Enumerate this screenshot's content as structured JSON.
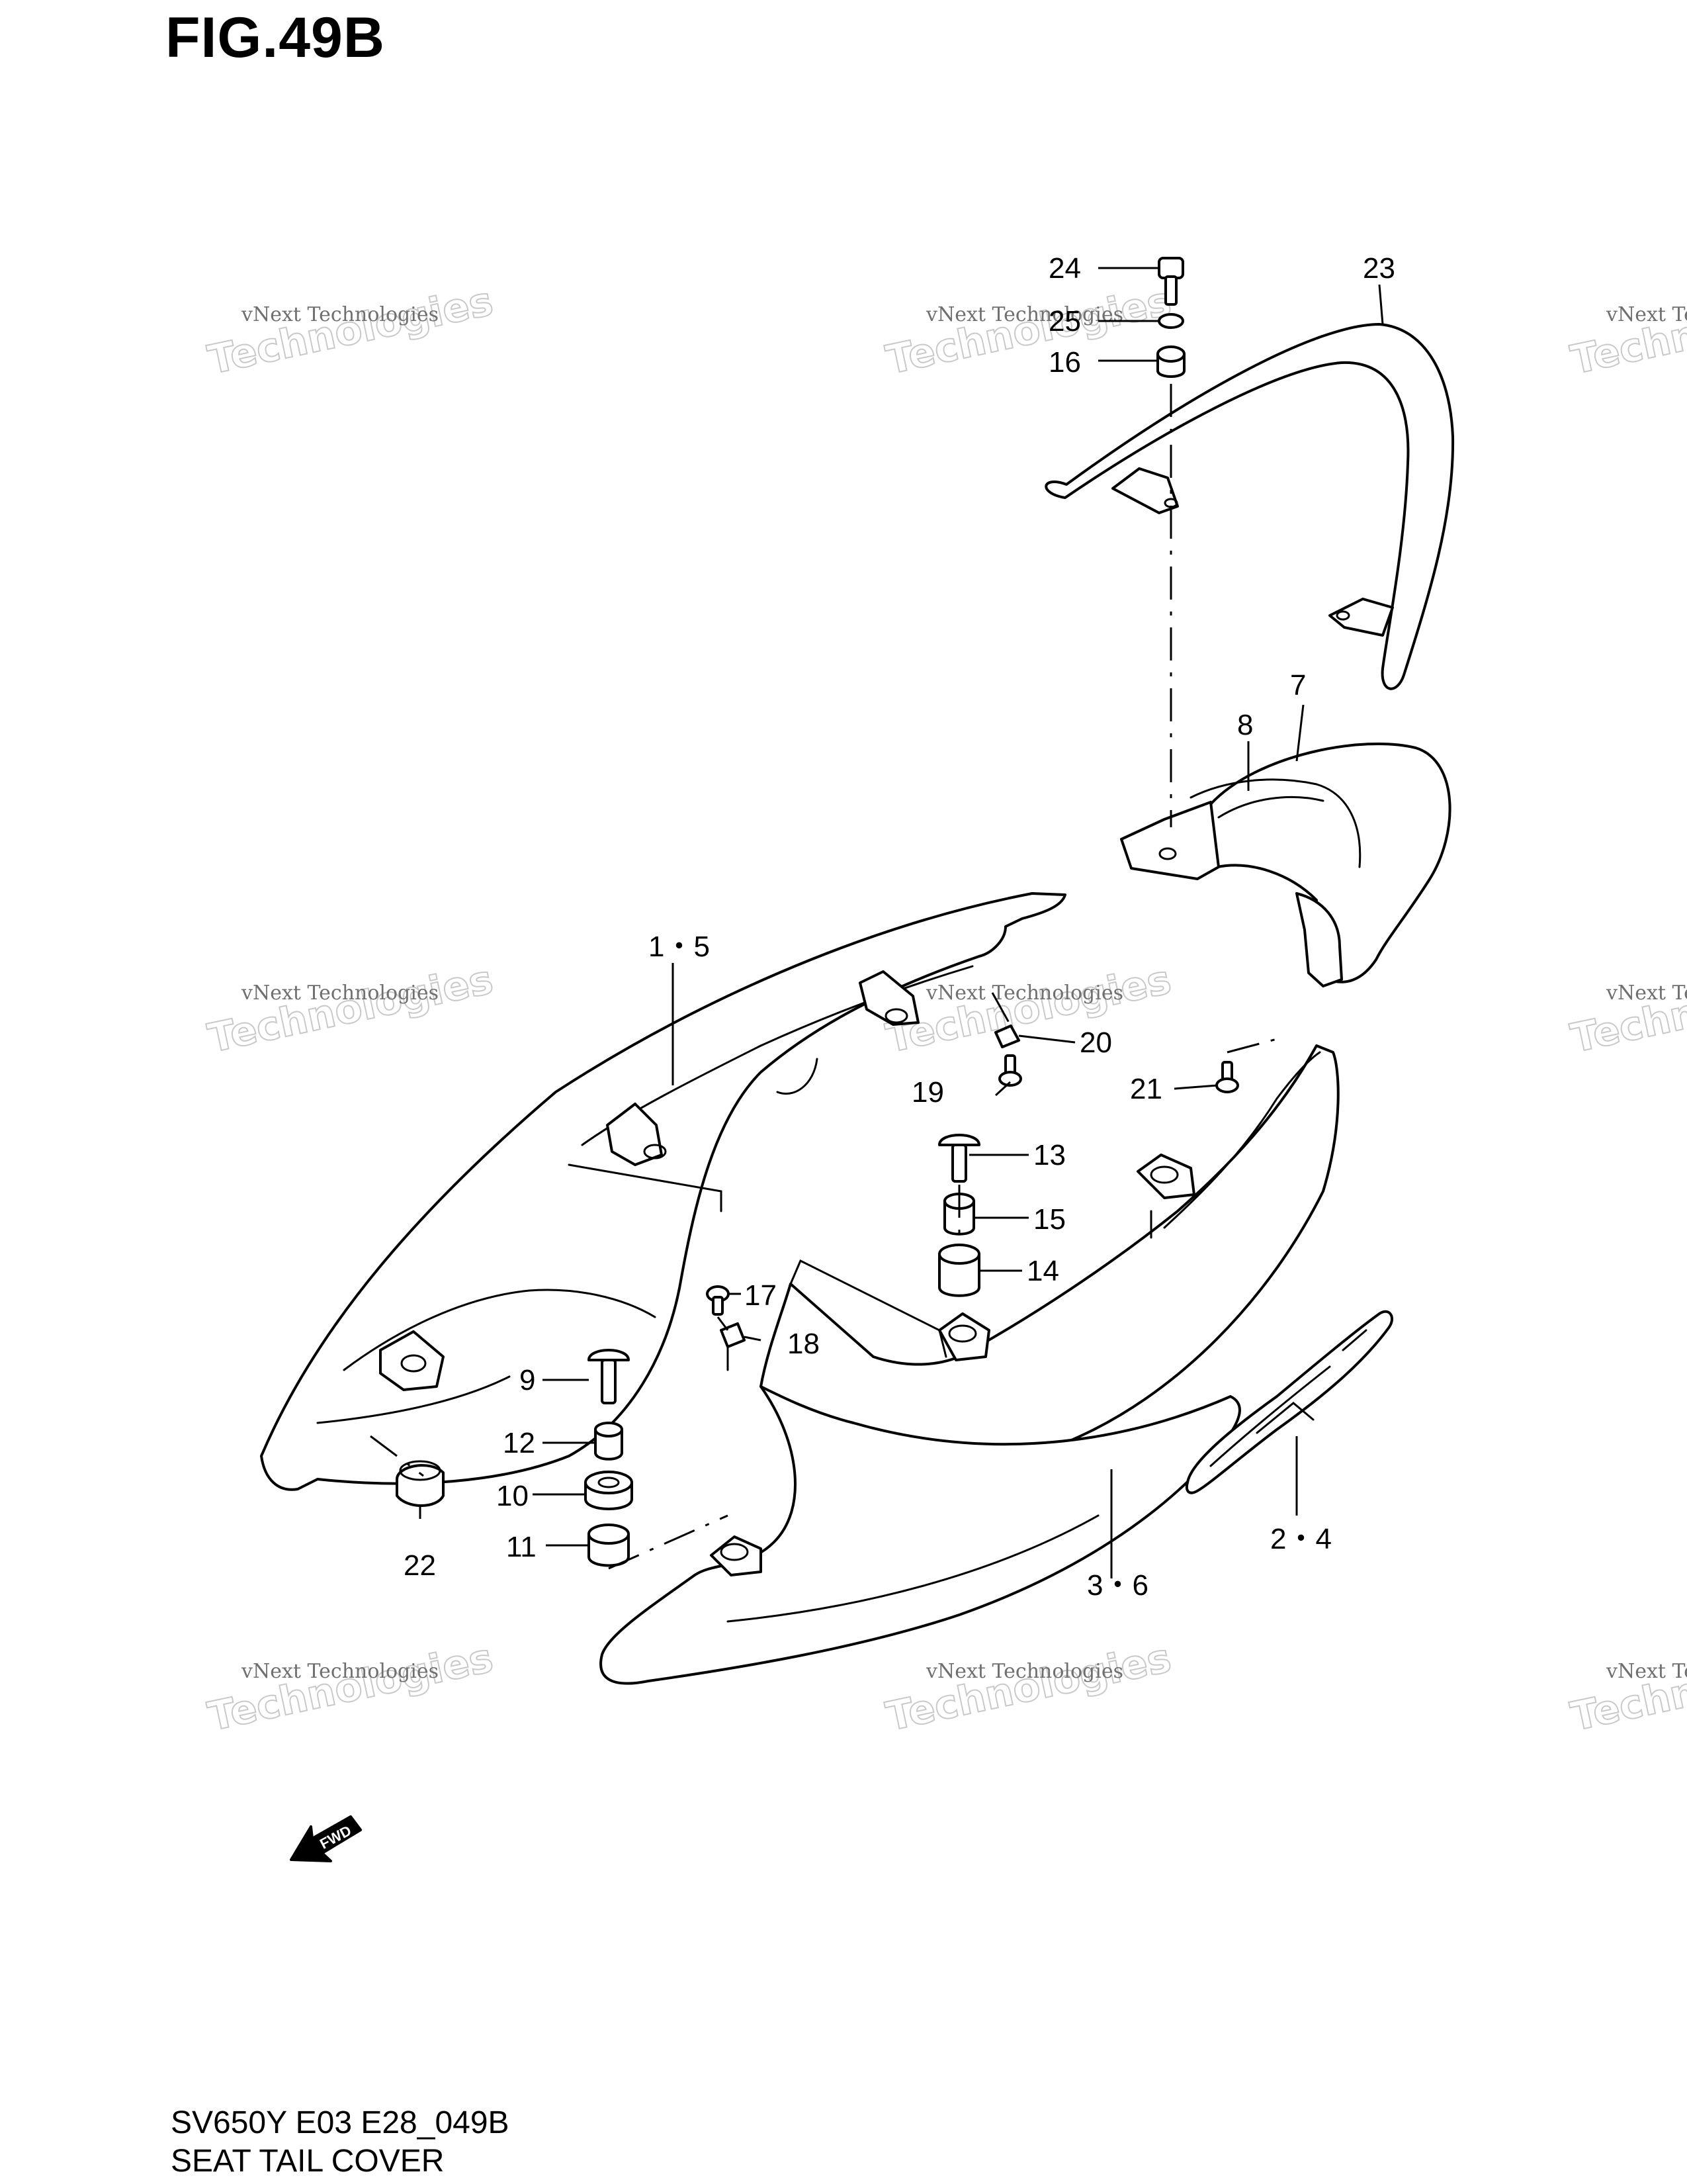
{
  "figure": {
    "title": "FIG.49B"
  },
  "footer": {
    "code": "SV650Y E03 E28_049B",
    "name": "SEAT TAIL COVER"
  },
  "watermark": {
    "line1": "vNext Technologies",
    "line2": "Technologies",
    "line3": "vNext"
  },
  "fwd_label": "FWD",
  "callouts": [
    {
      "id": "1-5",
      "label": "1・5"
    },
    {
      "id": "2-4",
      "label": "2・4"
    },
    {
      "id": "3-6",
      "label": "3・6"
    },
    {
      "id": "7",
      "label": "7"
    },
    {
      "id": "8",
      "label": "8"
    },
    {
      "id": "9",
      "label": "9"
    },
    {
      "id": "10",
      "label": "10"
    },
    {
      "id": "11",
      "label": "11"
    },
    {
      "id": "12",
      "label": "12"
    },
    {
      "id": "13",
      "label": "13"
    },
    {
      "id": "14",
      "label": "14"
    },
    {
      "id": "15",
      "label": "15"
    },
    {
      "id": "16",
      "label": "16"
    },
    {
      "id": "17",
      "label": "17"
    },
    {
      "id": "18",
      "label": "18"
    },
    {
      "id": "19",
      "label": "19"
    },
    {
      "id": "20",
      "label": "20"
    },
    {
      "id": "21",
      "label": "21"
    },
    {
      "id": "22",
      "label": "22"
    },
    {
      "id": "23",
      "label": "23"
    },
    {
      "id": "24",
      "label": "24"
    },
    {
      "id": "25",
      "label": "25"
    }
  ]
}
